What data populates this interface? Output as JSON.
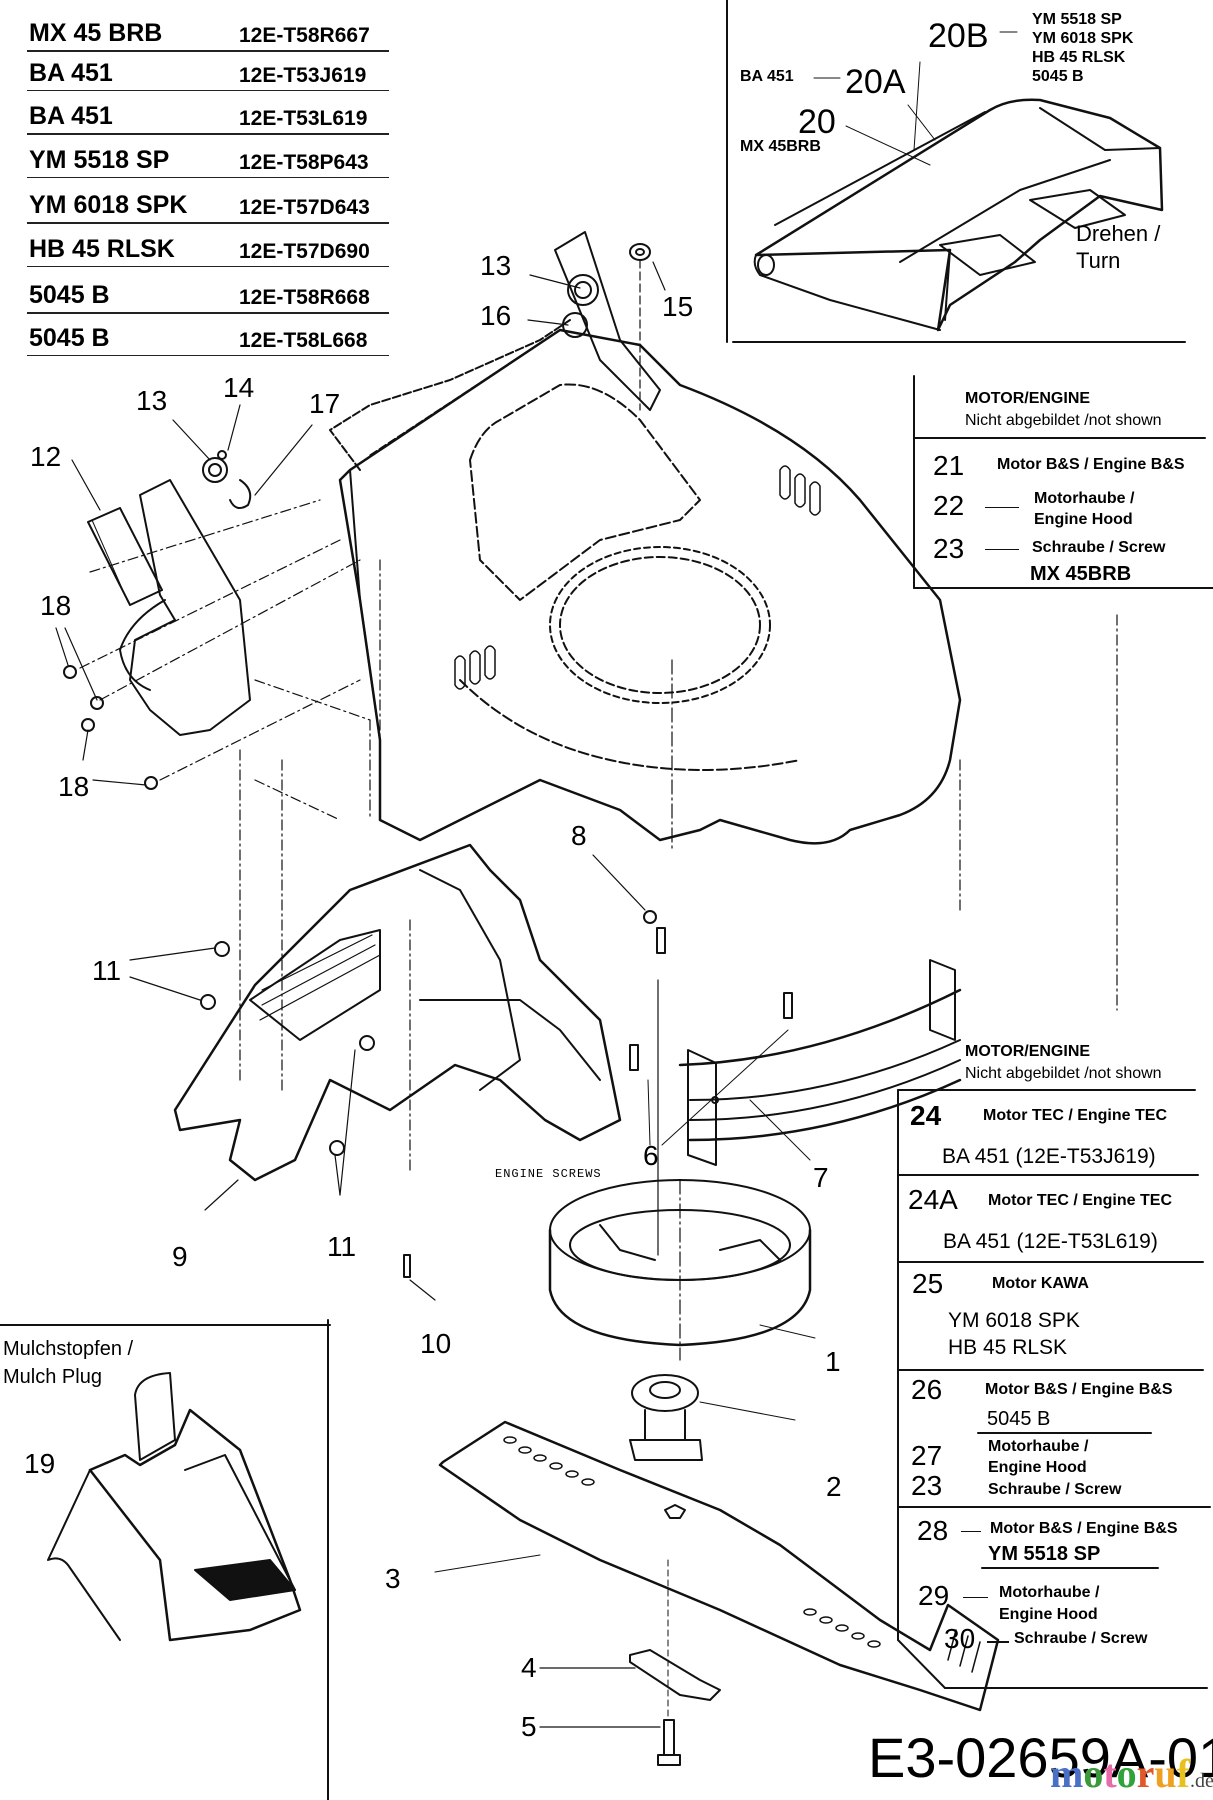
{
  "model_table": [
    {
      "model": "MX 45 BRB",
      "code": "12E-T58R667"
    },
    {
      "model": "BA 451",
      "code": "12E-T53J619"
    },
    {
      "model": "BA 451",
      "code": "12E-T53L619"
    },
    {
      "model": "YM 5518 SP",
      "code": "12E-T58P643"
    },
    {
      "model": "YM 6018 SPK",
      "code": "12E-T57D643"
    },
    {
      "model": "HB 45 RLSK",
      "code": "12E-T57D690"
    },
    {
      "model": "5045 B",
      "code": "12E-T58R668"
    },
    {
      "model": "5045 B",
      "code": "12E-T58L668"
    }
  ],
  "grass_deflector_box": {
    "part_20": {
      "number": "20",
      "models": "MX 45BRB"
    },
    "part_20a": {
      "number": "20A",
      "models": "BA 451"
    },
    "part_20b": {
      "number": "20B",
      "models": [
        "YM 5518 SP",
        "YM 6018 SPK",
        "HB 45 RLSK",
        "5045 B"
      ]
    },
    "note": [
      "Drehen /",
      "Turn"
    ]
  },
  "engine_box_1": {
    "header": "MOTOR/ENGINE",
    "subheader": "Nicht abgebildet /not shown",
    "items": [
      {
        "number": "21",
        "text": "Motor B&S / Engine B&S"
      },
      {
        "number": "22",
        "text": [
          "Motorhaube /",
          "Engine Hood"
        ]
      },
      {
        "number": "23",
        "text": "Schraube / Screw"
      }
    ],
    "model": "MX 45BRB"
  },
  "engine_box_2": {
    "header": "MOTOR/ENGINE",
    "subheader": "Nicht abgebildet /not shown",
    "items": [
      {
        "number": "24",
        "text": "Motor TEC / Engine TEC",
        "model": "BA 451 (12E-T53J619)"
      },
      {
        "number": "24A",
        "text": "Motor TEC / Engine TEC",
        "model": "BA 451 (12E-T53L619)"
      },
      {
        "number": "25",
        "text": "Motor KAWA",
        "models": [
          "YM 6018 SPK",
          "HB 45 RLSK"
        ]
      },
      {
        "number": "26",
        "text": "Motor B&S / Engine B&S",
        "model": "5045 B"
      },
      {
        "number": "27",
        "text": [
          "Motorhaube /",
          "Engine Hood"
        ]
      },
      {
        "number": "23",
        "text": "Schraube / Screw"
      },
      {
        "number": "28",
        "text": "Motor B&S / Engine B&S",
        "model": "YM 5518 SP"
      },
      {
        "number": "29",
        "text": [
          "Motorhaube /",
          "Engine Hood"
        ]
      },
      {
        "number": "30",
        "text": "Schraube / Screw"
      }
    ]
  },
  "mulch_plug_box": {
    "title": [
      "Mulchstopfen /",
      "Mulch Plug"
    ],
    "number": "19"
  },
  "callouts": {
    "c1": "1",
    "c2": "2",
    "c3": "3",
    "c4": "4",
    "c5": "5",
    "c6": "6",
    "c7": "7",
    "c8": "8",
    "c9": "9",
    "c10": "10",
    "c11a": "11",
    "c11b": "11",
    "c12": "12",
    "c13a": "13",
    "c13b": "13",
    "c14": "14",
    "c15": "15",
    "c16": "16",
    "c17": "17",
    "c18a": "18",
    "c18b": "18"
  },
  "engine_screws_label": "ENGINE SCREWS",
  "drawing_number": "E3-02659A-01",
  "watermark": {
    "letters": [
      "m",
      "o",
      "t",
      "o",
      "r",
      "u",
      "f"
    ],
    "colors": [
      "#4a6fc7",
      "#3a9a3a",
      "#e86aa8",
      "#2fa23a",
      "#e2572a",
      "#f0a020",
      "#e8c020"
    ],
    "suffix": ".de"
  }
}
